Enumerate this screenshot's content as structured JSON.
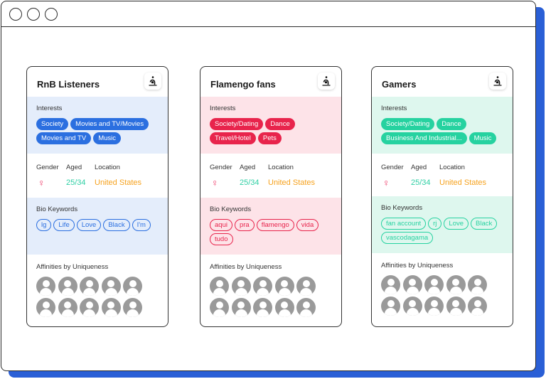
{
  "colors": {
    "window_shadow": "#2a5fd6",
    "blue": "#2b6fe0",
    "blue_bg": "#e4edfb",
    "red": "#e8244c",
    "red_bg": "#fde3e8",
    "teal": "#26d2a0",
    "teal_bg": "#def7ee",
    "age_color": "#2fcfa4",
    "location_color": "#f6a21e",
    "gender_color": "#ee3d6b"
  },
  "window": {
    "buttons": [
      "close",
      "minimize",
      "maximize"
    ]
  },
  "labels": {
    "interests": "Interests",
    "gender": "Gender",
    "aged": "Aged",
    "location": "Location",
    "bio_keywords": "Bio Keywords",
    "affinities": "Affinities by Uniqueness"
  },
  "cards": [
    {
      "title": "RnB Listeners",
      "theme": "blue",
      "interests": [
        "Society",
        "Movies and TV/Movies",
        "Movies and TV",
        "Music"
      ],
      "gender_icon": "female-icon",
      "age": "25/34",
      "location": "United States",
      "bio_keywords": [
        "lg",
        "Life",
        "Love",
        "Black",
        "I'm"
      ],
      "affinity_avatars": 10
    },
    {
      "title": "Flamengo fans",
      "theme": "red",
      "interests": [
        "Society/Dating",
        "Dance",
        "Travel/Hotel",
        "Pets"
      ],
      "gender_icon": "female-icon",
      "age": "25/34",
      "location": "United States",
      "bio_keywords": [
        "aqui",
        "pra",
        "flamengo",
        "vida",
        "tudo"
      ],
      "affinity_avatars": 10
    },
    {
      "title": "Gamers",
      "theme": "teal",
      "interests": [
        "Society/Dating",
        "Dance",
        "Business And Industrial...",
        "Music"
      ],
      "gender_icon": "female-icon",
      "age": "25/34",
      "location": "United States",
      "bio_keywords": [
        "fan account",
        "rj",
        "Love",
        "Black",
        "vascodagama"
      ],
      "affinity_avatars": 10
    }
  ]
}
